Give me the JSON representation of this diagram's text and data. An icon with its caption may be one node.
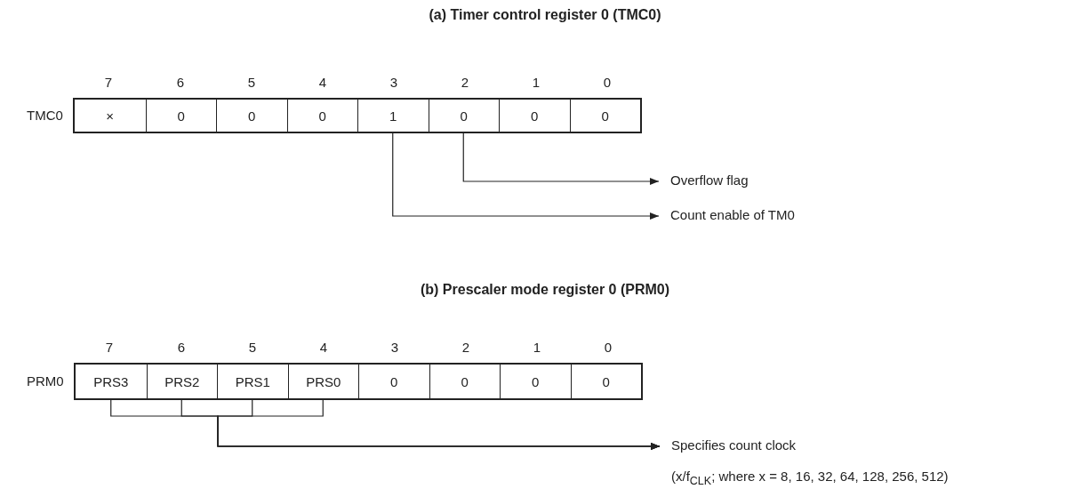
{
  "diagram": {
    "nodes": [
      {
        "text": [
          "TMC0"
        ]
      },
      {
        "text": [
          "×"
        ],
        "in": 0
      },
      {
        "text": [
          "0"
        ],
        "in": 0
      },
      {
        "text": [
          "0"
        ],
        "in": 0
      },
      {
        "text": [
          "0"
        ],
        "in": 0
      },
      {
        "text": [
          "1"
        ],
        "in": 0
      },
      {
        "text": [
          "0"
        ],
        "in": 0
      },
      {
        "text": [
          "0"
        ],
        "in": 0
      },
      {
        "text": [
          "0"
        ],
        "in": 0
      },
      {
        "text": [
          "Overflow flag"
        ]
      },
      {
        "text": [
          "Count enable of TM0"
        ]
      },
      {
        "text": [
          "PRM0"
        ]
      },
      {
        "text": [
          "PRS3"
        ],
        "in": 11
      },
      {
        "text": [
          "PRS2"
        ],
        "in": 11
      },
      {
        "text": [
          "PRS1"
        ],
        "in": 11
      },
      {
        "text": [
          "PRS0"
        ],
        "in": 11
      },
      {
        "text": [
          "0"
        ],
        "in": 11
      },
      {
        "text": [
          "0"
        ],
        "in": 11
      },
      {
        "text": [
          "0"
        ],
        "in": 11
      },
      {
        "text": [
          "0"
        ],
        "in": 11
      },
      {
        "text": [
          "Specifies count clock",
          "(x/f$_{CLK}$; where x = 8, 16, 32, 64, 128, 256, 512)"
        ]
      }
    ],
    "edges": [
      {
        "from": 6,
        "to": 9,
        "arrow": "to"
      },
      {
        "from": 5,
        "to": 10,
        "arrow": "to"
      },
      {
        "from": 12,
        "to": 20,
        "arrow": "to"
      },
      {
        "from": 13,
        "to": 20,
        "arrow": "to"
      },
      {
        "from": 14,
        "to": 20,
        "arrow": "to"
      },
      {
        "from": 15,
        "to": 20,
        "arrow": "to"
      }
    ],
    "labels": [
      "(a) Timer control register 0 (TMC0)",
      "7",
      "6",
      "5",
      "4",
      "3",
      "2",
      "1",
      "0",
      "(b) Prescaler mode register 0 (PRM0)",
      "7",
      "6",
      "5",
      "4",
      "3",
      "2",
      "1",
      "0"
    ]
  }
}
